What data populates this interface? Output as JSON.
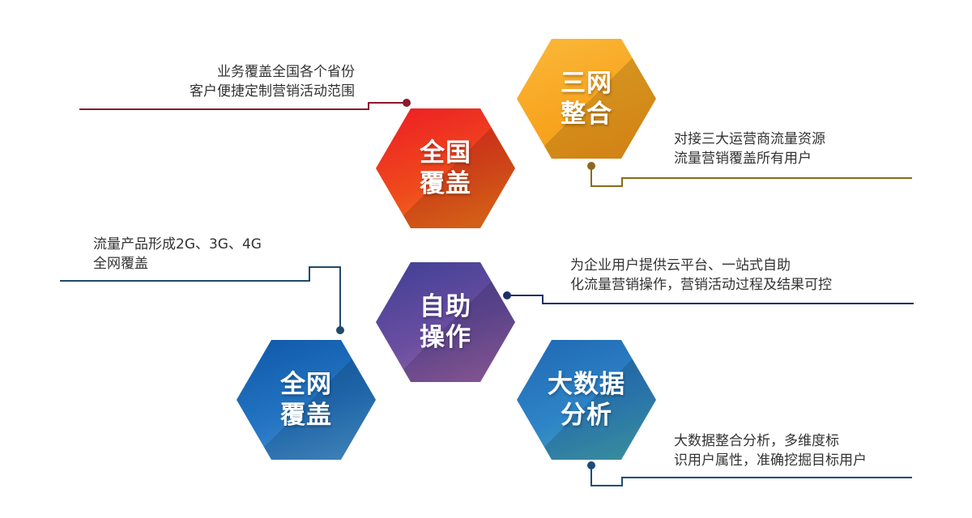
{
  "diagram": {
    "nodes": [
      {
        "id": "quanguo",
        "title": "全国\n覆盖",
        "color_from": "#ee1c25",
        "color_to": "#f77b1a",
        "description": [
          "业务覆盖全国各个省份",
          "客户便捷定制营销活动范围"
        ]
      },
      {
        "id": "sanwang",
        "title": "三网\n整合",
        "color_from": "#fbb83a",
        "color_to": "#f49617",
        "description": [
          "对接三大运营商流量资源",
          "流量营销覆盖所有用户"
        ]
      },
      {
        "id": "zizhu",
        "title": "自助\n操作",
        "color_from": "#3f3f95",
        "color_to": "#a064a8",
        "description": [
          "为企业用户提供云平台、一站式自助",
          "化流量营销操作，营销活动过程及结果可控"
        ]
      },
      {
        "id": "quanwang",
        "title": "全网\n覆盖",
        "color_from": "#0f58a8",
        "color_to": "#4d9bd8",
        "description": [
          "流量产品形成2G、3G、4G",
          "全网覆盖"
        ]
      },
      {
        "id": "dashuju",
        "title": "大数据\n分析",
        "color_from": "#1f68b4",
        "color_to": "#45a8b4",
        "description": [
          "大数据整合分析，多维度标",
          "识用户属性，准确挖掘目标用户"
        ]
      }
    ],
    "connector_colors": {
      "quanguo": "#8b1a2b",
      "sanwang": "#8a6a1a",
      "zizhu": "#1e2f6e",
      "quanwang": "#1f4a6a",
      "dashuju": "#1a4b7a"
    }
  }
}
